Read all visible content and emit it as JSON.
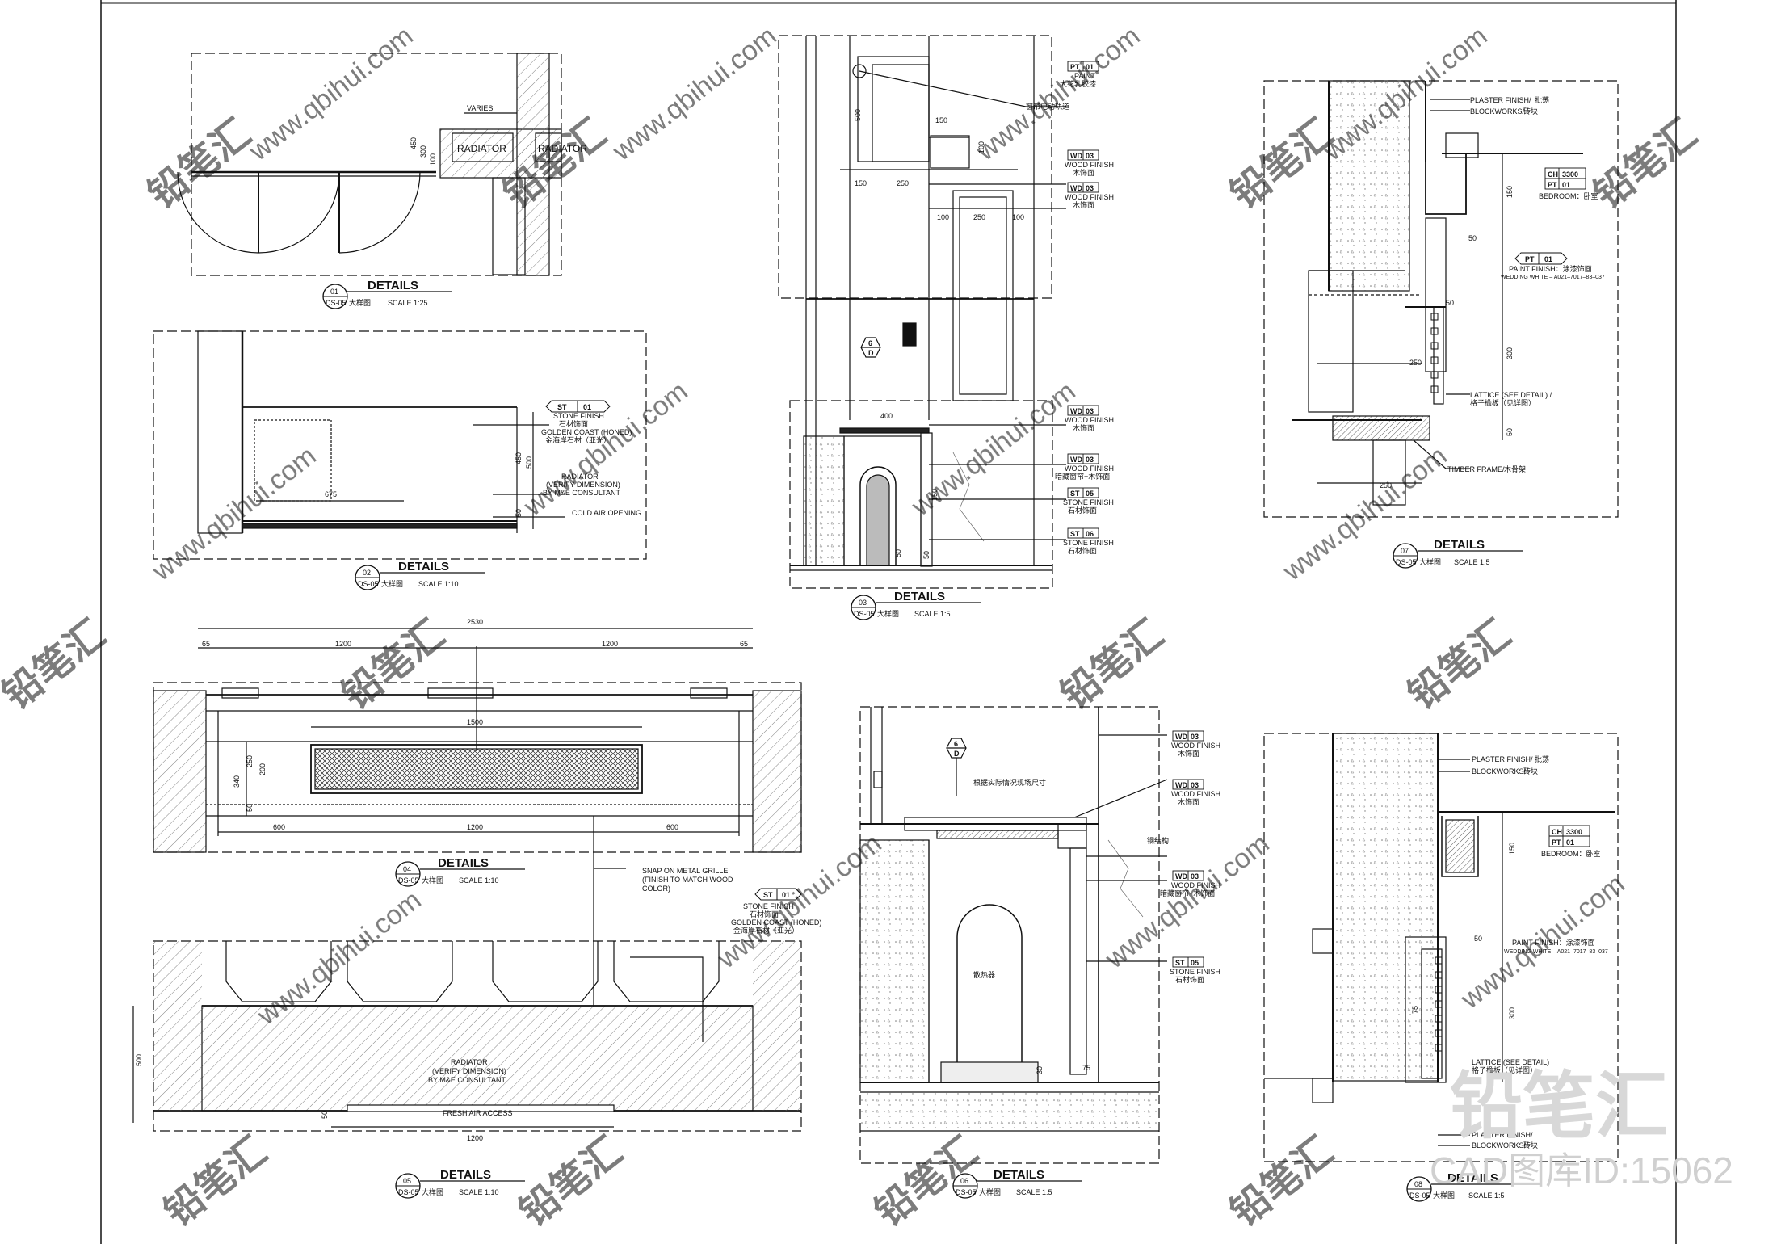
{
  "sheet_no": "DS-05",
  "details": [
    {
      "num": "01",
      "title": "DETAILS",
      "cn": "大样图",
      "scale": "SCALE 1:25"
    },
    {
      "num": "02",
      "title": "DETAILS",
      "cn": "大样图",
      "scale": "SCALE 1:10"
    },
    {
      "num": "03",
      "title": "DETAILS",
      "cn": "大样图",
      "scale": "SCALE 1:5"
    },
    {
      "num": "07",
      "title": "DETAILS",
      "cn": "大样图",
      "scale": "SCALE 1:5"
    },
    {
      "num": "04",
      "title": "DETAILS",
      "cn": "大样图",
      "scale": "SCALE 1:10"
    },
    {
      "num": "05",
      "title": "DETAILS",
      "cn": "大样图",
      "scale": "SCALE 1:10"
    },
    {
      "num": "06",
      "title": "DETAILS",
      "cn": "大样图",
      "scale": "SCALE 1:5"
    },
    {
      "num": "08",
      "title": "DETAILS",
      "cn": "大样图",
      "scale": "SCALE 1:5"
    }
  ],
  "d1": {
    "varies": "VARIES",
    "radiator1": "RADIATOR",
    "radiator2": "RADIATOR",
    "dim_450": "450",
    "dim_300": "300",
    "dim_100": "100"
  },
  "d2": {
    "tag_code": "ST",
    "tag_no": "01",
    "stone_finish": "STONE FINISH",
    "stone_cn": "石材饰面",
    "golden": "GOLDEN COAST (HONED)",
    "golden_cn": "金海岸石材（亚光）",
    "radiator": "RADIATOR",
    "verify": "(VERIFY DIMENSION)",
    "consultant": "BY M&E CONSULTANT",
    "cold_air": "COLD AIR OPENING",
    "dim_675": "675",
    "dim_450": "450",
    "dim_500": "500",
    "dim_50": "50"
  },
  "d3": {
    "pt": "PT",
    "pt_no": "01",
    "paint": "PAINT",
    "paint_cn": "大花乳胶漆",
    "track": "窗帘电动轨道",
    "wd": "WD",
    "wd_no": "03",
    "wood": "WOOD FINISH",
    "wood_cn": "木饰面",
    "hidden_cn": "暗藏窗帘+木饰面",
    "st": "ST",
    "st_no_05": "05",
    "st_no_06": "06",
    "stone": "STONE FINISH",
    "stone_cn": "石材饰面",
    "dims": {
      "a": "500",
      "b": "150",
      "c": "150",
      "d": "250",
      "e": "100",
      "f": "250",
      "g": "100",
      "h": "400",
      "i": "50",
      "j": "150",
      "k": "50",
      "l": "100"
    },
    "hex_top": "6",
    "hex_bot": "D"
  },
  "d7": {
    "plaster": "PLASTER FINISH/",
    "plaster_cn": "批荡",
    "block": "BLOCKWORKS/",
    "block_cn": "砖块",
    "ch": "CH",
    "ch_no": "3300",
    "pt": "PT",
    "pt_no": "01",
    "bedroom": "BEDROOM：卧室",
    "paint_finish": "PAINT FINISH：涂漆饰面",
    "paint_code": "WEDDING WHITE – A021–7017–83–037",
    "lattice": "LATTICE (SEE DETAIL) /",
    "lattice_cn": "格子檐板（见详图）",
    "timber": "TIMBER FRAME/",
    "timber_cn": "木骨架",
    "dims": {
      "a": "150",
      "b": "50",
      "c": "50",
      "d": "250",
      "e": "300",
      "f": "50",
      "g": "250"
    }
  },
  "d4": {
    "dims": {
      "total": "2530",
      "l": "65",
      "r": "65",
      "m1": "1200",
      "m2": "1200",
      "grille": "1500",
      "g1": "1200",
      "s1": "600",
      "s2": "600",
      "v1": "340",
      "v2": "250",
      "v3": "200",
      "v4": "50"
    }
  },
  "d5": {
    "snap": "SNAP ON METAL GRILLE",
    "snap2": "(FINISH TO MATCH WOOD",
    "snap3": "COLOR)",
    "tag_code": "ST",
    "tag_no": "01",
    "stone_finish": "STONE FINISH",
    "stone_cn": "石材饰面",
    "golden": "GOLDEN COAST (HONED)",
    "golden_cn": "金海岸石材（亚光）",
    "radiator": "RADIATOR",
    "verify": "(VERIFY DIMENSION)",
    "consultant": "BY M&E CONSULTANT",
    "fresh_air": "FRESH AIR ACCESS",
    "dim_500": "500",
    "dim_50": "50",
    "dim_1200": "1200"
  },
  "d6": {
    "wd": "WD",
    "wd_no": "03",
    "wood": "WOOD FINISH",
    "wood_cn": "木饰面",
    "hidden_cn": "暗藏窗帘+木饰面",
    "track_cn": "根据实际情况现场尺寸",
    "steel": "钢结构",
    "radiator_cn": "散热器",
    "st": "ST",
    "st_no": "05",
    "stone": "STONE FINISH",
    "stone_cn": "石材饰面",
    "hex_top": "6",
    "hex_bot": "D",
    "dims": {
      "a": "30",
      "b": "75"
    }
  },
  "d8": {
    "plaster": "PLASTER FINISH/",
    "plaster_cn": "批荡",
    "block": "BLOCKWORKS/",
    "block_cn": "砖块",
    "ch": "CH",
    "ch_no": "3300",
    "pt": "PT",
    "pt_no": "01",
    "bedroom": "BEDROOM：卧室",
    "paint_finish": "PAINT FINISH：涂漆饰面",
    "paint_code": "WEDDING WHITE – A021–7017–83–037",
    "lattice": "LATTICE (SEE DETAIL)",
    "lattice_cn": "格子檐板（见详图）",
    "plaster2": "PLASTER FINISH/",
    "block2": "BLOCKWORKS/",
    "block2_cn": "砖块",
    "dims": {
      "a": "150",
      "b": "50",
      "c": "75",
      "d": "300"
    }
  },
  "watermark": {
    "site": "www.qbihui.com",
    "brand": "铅笔汇",
    "big": "铅笔汇",
    "cad": "CAD图库ID:15062"
  },
  "colors": {
    "line": "#111111",
    "hatch": "#555555",
    "wm": "#cfcfcf"
  }
}
